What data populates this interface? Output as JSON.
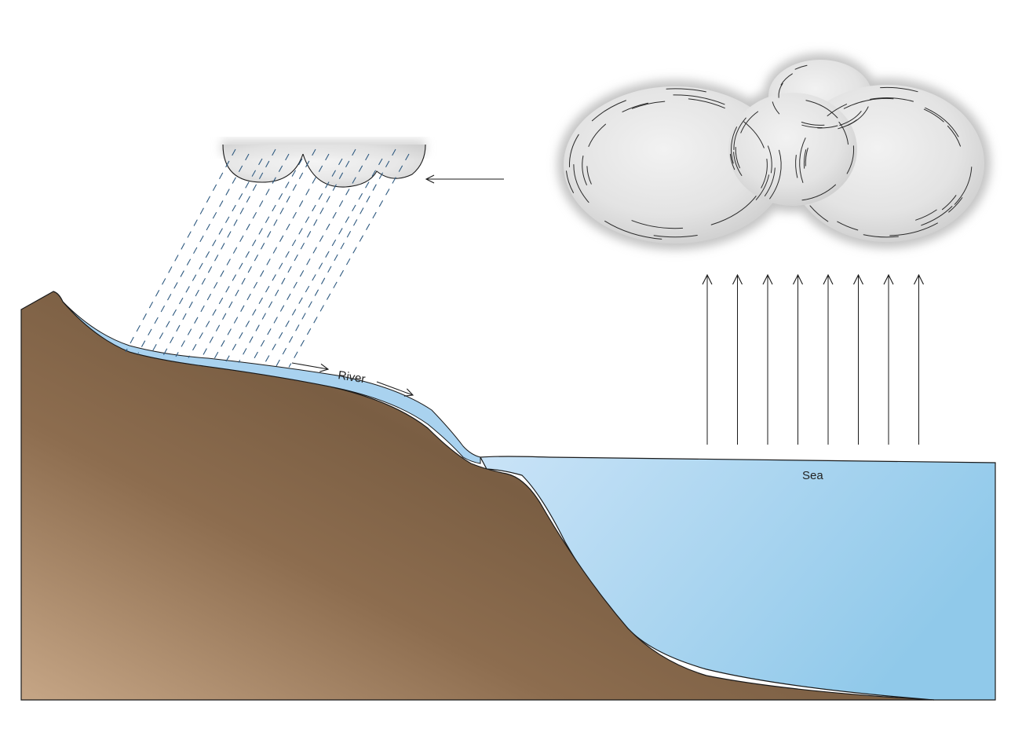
{
  "labels": {
    "river": "River",
    "sea": "Sea"
  },
  "colors": {
    "land_light": "#c6a686",
    "land_mid": "#8d6d4f",
    "land_dark": "#7a5e43",
    "water_light": "#c9e3f7",
    "water_deep": "#93cbea",
    "rain": "#2f5a80",
    "cloud": "#e4e4e4",
    "outline": "#1a1a1a"
  },
  "evaporation_arrow_count": 8,
  "rain_streak_count": 14
}
